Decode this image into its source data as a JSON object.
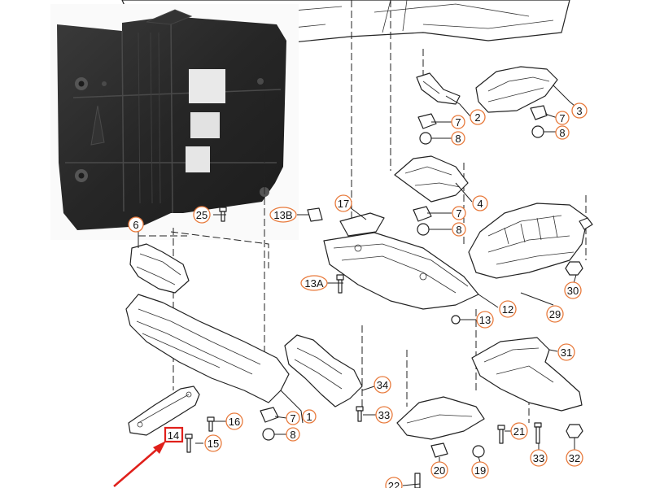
{
  "diagram": {
    "callouts": [
      {
        "id": "2",
        "label": "2"
      },
      {
        "id": "3",
        "label": "3"
      },
      {
        "id": "4",
        "label": "4"
      },
      {
        "id": "7a",
        "label": "7"
      },
      {
        "id": "8a",
        "label": "8"
      },
      {
        "id": "7b",
        "label": "7"
      },
      {
        "id": "8b",
        "label": "8"
      },
      {
        "id": "7c",
        "label": "7"
      },
      {
        "id": "8c",
        "label": "8"
      },
      {
        "id": "7d",
        "label": "7"
      },
      {
        "id": "8d",
        "label": "8"
      },
      {
        "id": "1",
        "label": "1"
      },
      {
        "id": "6",
        "label": "6"
      },
      {
        "id": "12",
        "label": "12"
      },
      {
        "id": "13",
        "label": "13"
      },
      {
        "id": "13A",
        "label": "13A"
      },
      {
        "id": "13B",
        "label": "13B"
      },
      {
        "id": "14",
        "label": "14"
      },
      {
        "id": "15",
        "label": "15"
      },
      {
        "id": "16",
        "label": "16"
      },
      {
        "id": "17",
        "label": "17"
      },
      {
        "id": "19",
        "label": "19"
      },
      {
        "id": "20",
        "label": "20"
      },
      {
        "id": "21",
        "label": "21"
      },
      {
        "id": "22",
        "label": "22"
      },
      {
        "id": "25",
        "label": "25"
      },
      {
        "id": "29",
        "label": "29"
      },
      {
        "id": "30",
        "label": "30"
      },
      {
        "id": "31",
        "label": "31"
      },
      {
        "id": "32",
        "label": "32"
      },
      {
        "id": "33a",
        "label": "33"
      },
      {
        "id": "33b",
        "label": "33"
      },
      {
        "id": "34",
        "label": "34"
      }
    ],
    "highlight": {
      "target": "14",
      "color": "#e0201b"
    },
    "photo": {
      "subject": "underbody-cover-panel",
      "color": "#2b2b2b"
    },
    "colors": {
      "callout_ring": "#e87a3c",
      "line": "#222222",
      "arrow": "#e0201b"
    }
  }
}
